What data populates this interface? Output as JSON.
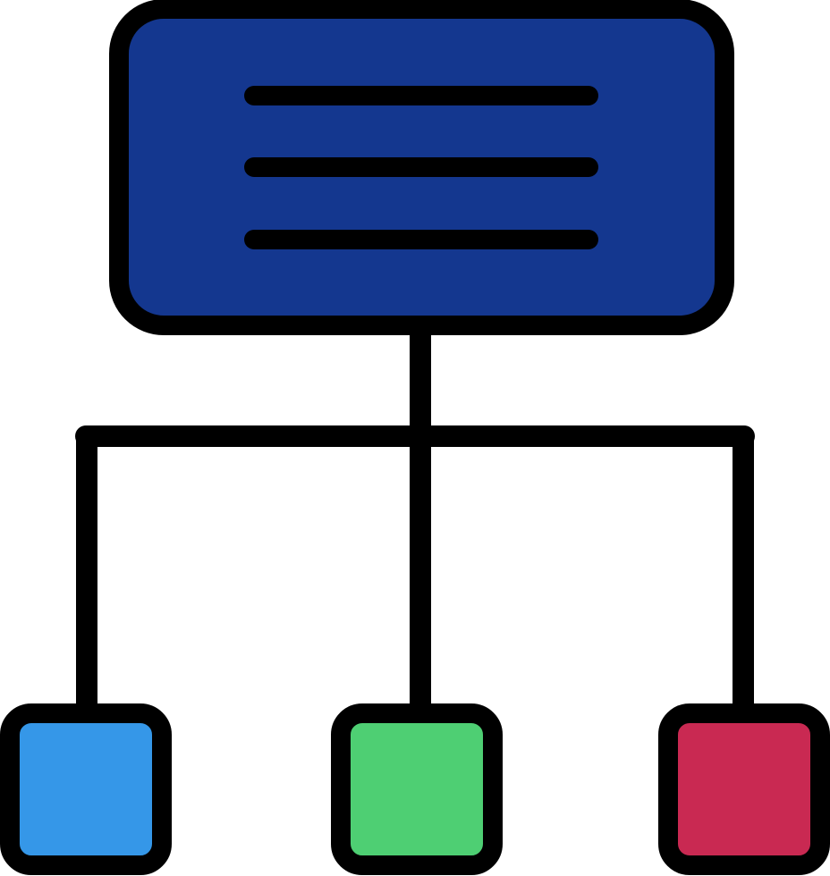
{
  "icon": {
    "name": "hierarchy-structure-icon",
    "colors": {
      "outline": "#000000",
      "parent_fill": "#14378F",
      "child_left_fill": "#3597E8",
      "child_middle_fill": "#4ECF73",
      "child_right_fill": "#C92952",
      "background": "#FFFFFF"
    },
    "parent_text_lines": 3,
    "children": [
      {
        "name": "left-child-node",
        "color_key": "child_left_fill"
      },
      {
        "name": "middle-child-node",
        "color_key": "child_middle_fill"
      },
      {
        "name": "right-child-node",
        "color_key": "child_right_fill"
      }
    ]
  }
}
